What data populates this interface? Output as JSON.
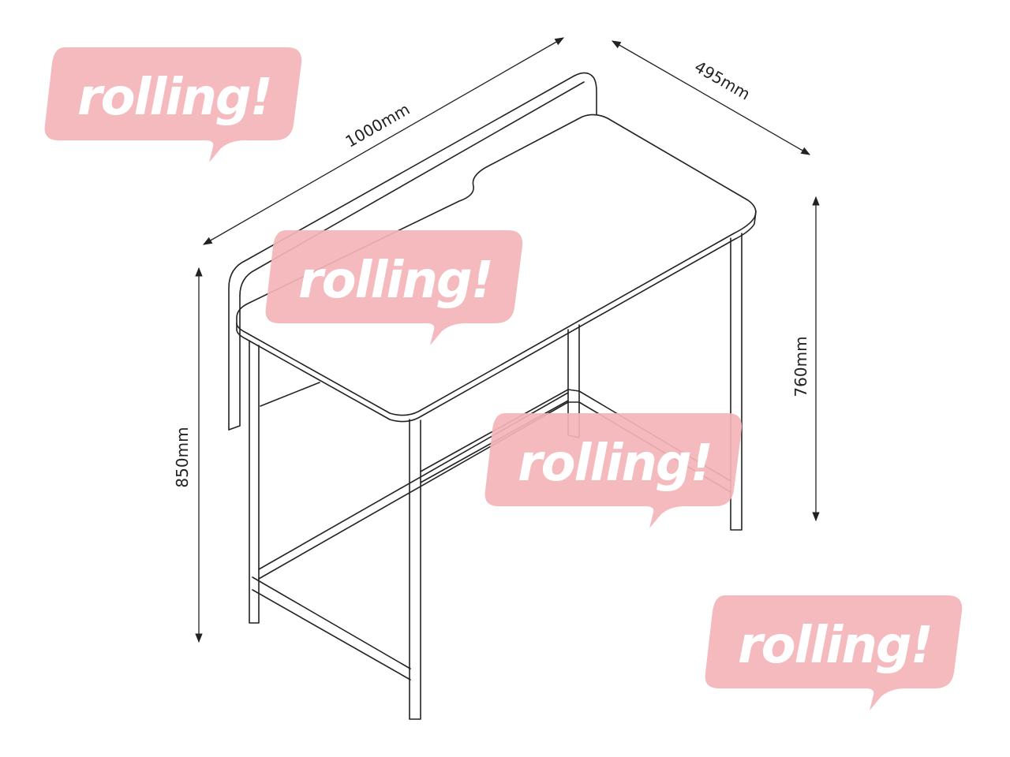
{
  "dimensions": {
    "width": "1000mm",
    "depth": "495mm",
    "total_height": "850mm",
    "desk_height": "760mm"
  },
  "watermark": {
    "text": "rolling!",
    "color": "#f4b4b8"
  },
  "line_color": "#222222"
}
